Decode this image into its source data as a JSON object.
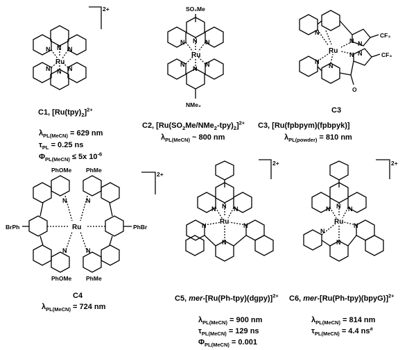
{
  "complexes": {
    "c1": {
      "charge": "2+",
      "title_prefix": "C1, [Ru(tpy)",
      "title_sub": "2",
      "title_close": "]",
      "title_sup": "2+",
      "props": [
        {
          "sym": "λ",
          "sub": "PL(MeCN)",
          "val": " = 629 nm"
        },
        {
          "sym": "τ",
          "sub": "PL",
          "val": " = 0.25 ns"
        },
        {
          "sym": "Φ",
          "sub": "PL(MeCN)",
          "val": " ≤ 5x 10",
          "sup": "-6"
        }
      ]
    },
    "c2": {
      "substituent_top": "SO₂Me",
      "substituent_bottom": "NMe₂",
      "title_prefix": "C2, [Ru(SO",
      "title_sub1": "2",
      "title_mid": "Me/NMe",
      "title_sub2": "2",
      "title_tail": "-tpy)",
      "title_sub3": "2",
      "title_close": "]",
      "title_sup": "2+",
      "props": [
        {
          "sym": "λ",
          "sub": "PL(MeCN)",
          "val": " ~ 800 nm"
        }
      ]
    },
    "c3": {
      "substituent_1": "CF₃",
      "substituent_2": "CF₃",
      "substituent_o": "O",
      "code": "C3",
      "title": "C3, [Ru(fpbpym)(fpbpyk)]",
      "props": [
        {
          "sym": "λ",
          "sub": "PL(powder)",
          "val": " = 810 nm"
        }
      ]
    },
    "c4": {
      "charge": "2+",
      "group_top_left": "PhOMe",
      "group_top_right": "PhMe",
      "group_left": "BrPh",
      "group_right": "PhBr",
      "group_bottom_left": "PhOMe",
      "group_bottom_right": "PhMe",
      "code": "C4",
      "props": [
        {
          "sym": "λ",
          "sub": "PL(MeCN)",
          "val": " = 724 nm"
        }
      ]
    },
    "c5": {
      "charge": "2+",
      "title_prefix": "C5, ",
      "title_italic": "mer",
      "title_rest": "-[Ru(Ph-tpy)(dgpy)]",
      "title_sup": "2+",
      "props": [
        {
          "sym": "λ",
          "sub": "PL(MeCN)",
          "val": " = 900 nm"
        },
        {
          "sym": "τ",
          "sub": "PL(MeCN)",
          "val": " = 129 ns"
        },
        {
          "sym": "Φ",
          "sub": "PL(MeCN)",
          "val": " = 0.001"
        }
      ]
    },
    "c6": {
      "charge": "2+",
      "title_prefix": "C6, ",
      "title_italic": "mer",
      "title_rest": "-[Ru(Ph-tpy)(bpyG)]",
      "title_sup": "2+",
      "props": [
        {
          "sym": "λ",
          "sub": "PL(MeCN)",
          "val": " = 814 nm"
        },
        {
          "sym": "τ",
          "sub": "PL(MeCN)",
          "val": " = 4.4 ns",
          "sup": "a"
        }
      ]
    }
  },
  "atoms": {
    "ru": "Ru",
    "n": "N"
  },
  "colors": {
    "ink": "#000000",
    "background": "#ffffff"
  }
}
